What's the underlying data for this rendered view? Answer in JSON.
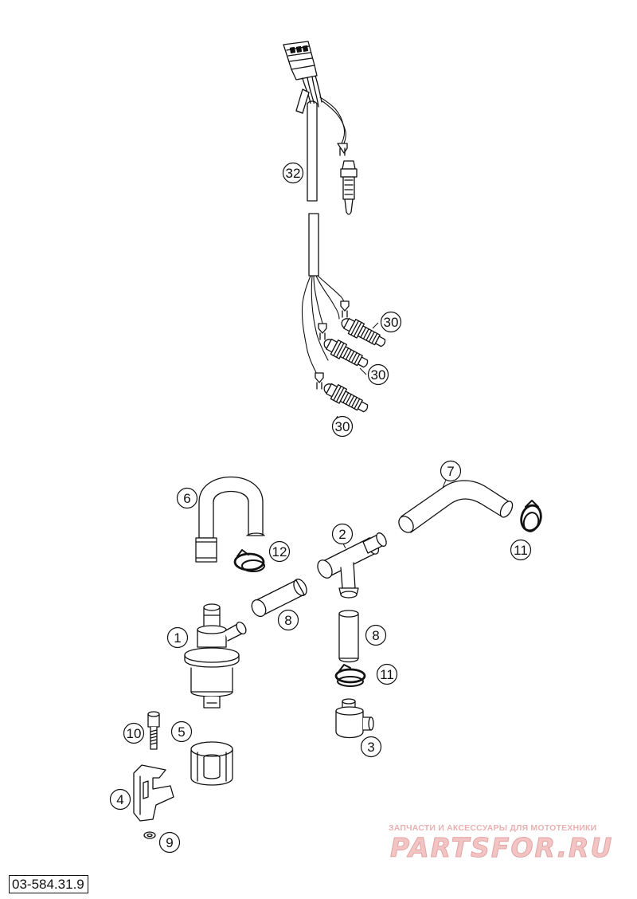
{
  "diagram": {
    "id": "03-584.31.9",
    "watermark": {
      "tagline": "ЗАПЧАСТИ И АКСЕССУАРЫ ДЛЯ МОТОТЕХНИКИ",
      "logo": "PARTSFOR.RU"
    },
    "callouts": [
      {
        "label": "32",
        "part": "wiring-harness"
      },
      {
        "label": "30",
        "part": "temperature-sensor-1"
      },
      {
        "label": "30",
        "part": "temperature-sensor-2"
      },
      {
        "label": "30",
        "part": "temperature-sensor-3"
      },
      {
        "label": "6",
        "part": "u-hose"
      },
      {
        "label": "7",
        "part": "bent-hose"
      },
      {
        "label": "2",
        "part": "t-piece"
      },
      {
        "label": "12",
        "part": "hose-clamp-small"
      },
      {
        "label": "11",
        "part": "hose-clamp-right"
      },
      {
        "label": "8",
        "part": "straight-hose-left"
      },
      {
        "label": "1",
        "part": "thermostat-valve"
      },
      {
        "label": "8",
        "part": "straight-hose-right"
      },
      {
        "label": "11",
        "part": "hose-clamp-lower"
      },
      {
        "label": "10",
        "part": "bolt"
      },
      {
        "label": "5",
        "part": "holder-sleeve"
      },
      {
        "label": "3",
        "part": "elbow-fitting"
      },
      {
        "label": "4",
        "part": "bracket"
      },
      {
        "label": "9",
        "part": "washer"
      }
    ]
  }
}
